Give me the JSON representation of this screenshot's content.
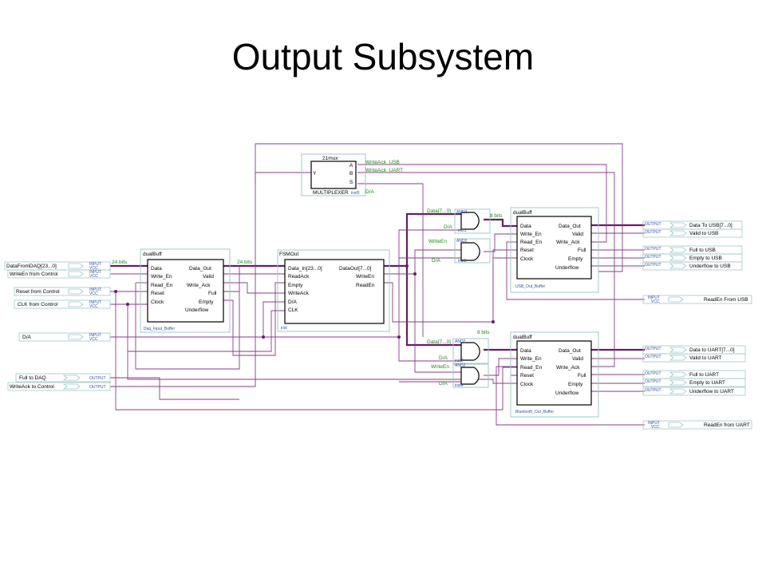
{
  "title": "Output Subsystem",
  "inputs_left": [
    "DataFromDAQ[23...0]",
    "WriteEn from Control",
    "Reset from Control",
    "CLK from Control",
    "D/A"
  ],
  "outputs_left": [
    "Full to DAQ",
    "WriteAck to Control"
  ],
  "io_tags": {
    "input": "INPUT",
    "output": "OUTPUT",
    "vcc": "VCC"
  },
  "mux": {
    "type": "21mux",
    "ports": [
      "Y",
      "A",
      "B",
      "S"
    ],
    "name": "MULTIPLEXER",
    "inst": "inst5",
    "net_a": "WriteAck_USB",
    "net_b": "WriteAck_UART",
    "net_s": "D/A"
  },
  "input_buffer": {
    "type": "dualBuff",
    "left_ports": [
      "Data",
      "Write_En",
      "Read_En",
      "Reset",
      "Clock"
    ],
    "right_ports": [
      "Data_Out",
      "Valid",
      "Write_Ack",
      "Full",
      "Empty",
      "Underflow"
    ],
    "inst": "Daq_Input_Buffer"
  },
  "fsm": {
    "type": "FSMOut",
    "left_ports": [
      "Data_In[23...0]",
      "ReadAck",
      "Empty",
      "WriteAck",
      "D/A",
      "CLK"
    ],
    "right_ports": [
      "DataOut[7...0]",
      "WriteEn",
      "ReadEn"
    ],
    "inst": "inst"
  },
  "bus_labels": {
    "b24": "24 bits",
    "b8": "8 bits"
  },
  "and_gates": [
    {
      "type": "AND2",
      "inst": "inst1",
      "in1": "Data[7...0]",
      "in2": "D/A"
    },
    {
      "type": "AND2",
      "inst": "inst3",
      "in1": "WriteEn",
      "in2": "D/A"
    },
    {
      "type": "AND2",
      "inst": "inst2",
      "in1": "Data[7...0]",
      "in2": "D/A"
    },
    {
      "type": "AND2",
      "inst": "inst4",
      "in1": "WriteEn",
      "in2": "D/A"
    }
  ],
  "usb_buffer": {
    "type": "dualBuff",
    "left_ports": [
      "Data",
      "Write_En",
      "Read_En",
      "Reset",
      "Clock"
    ],
    "right_ports": [
      "Data_Out",
      "Valid",
      "Write_Ack",
      "Full",
      "Empty",
      "Underflow"
    ],
    "inst": "USB_Out_Buffer"
  },
  "bt_buffer": {
    "type": "dualBuff",
    "left_ports": [
      "Data",
      "Write_En",
      "Read_En",
      "Reset",
      "Clock"
    ],
    "right_ports": [
      "Data_Out",
      "Valid",
      "Write_Ack",
      "Full",
      "Empty",
      "Underflow"
    ],
    "inst": "Bluetooth_Out_Buffer"
  },
  "usb_outputs": [
    "Data To USB[7...0]",
    "Valid to USB",
    "Full to USB",
    "Empty to USB",
    "Underflow to USB"
  ],
  "usb_input": "ReadEn From USB",
  "uart_outputs": [
    "Data to UART[7...0]",
    "Valid to UART",
    "Full to UART",
    "Empty to UART",
    "Underflow to UART"
  ],
  "uart_input": "ReadEn from UART"
}
